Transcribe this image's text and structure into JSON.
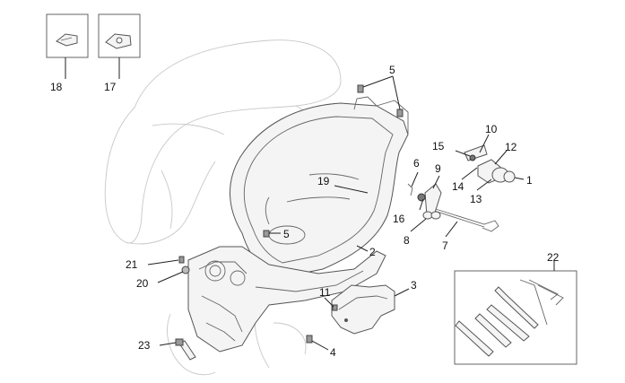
{
  "callouts": {
    "c1": "1",
    "c2": "2",
    "c3": "3",
    "c4": "4",
    "c5a": "5",
    "c5b": "5",
    "c6": "6",
    "c7": "7",
    "c8": "8",
    "c9": "9",
    "c10": "10",
    "c11": "11",
    "c12": "12",
    "c13": "13",
    "c14": "14",
    "c15": "15",
    "c16": "16",
    "c17": "17",
    "c18": "18",
    "c19": "19",
    "c20": "20",
    "c21": "21",
    "c22": "22",
    "c23": "23"
  }
}
